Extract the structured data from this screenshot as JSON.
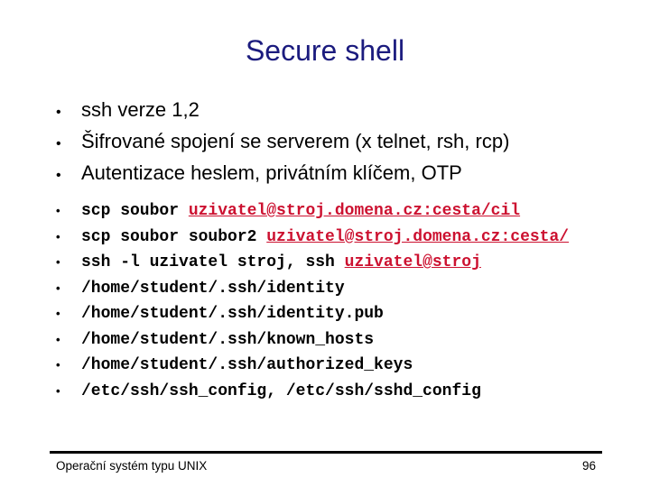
{
  "slide": {
    "title": "Secure shell",
    "bullets_sans": [
      "ssh verze 1,2",
      "Šifrované spojení se serverem (x telnet, rsh, rcp)",
      "Autentizace heslem, privátním klíčem, OTP"
    ],
    "bullets_mono": [
      {
        "prefix": "scp soubor ",
        "link": "uzivatel@stroj.domena.cz:cesta/cil"
      },
      {
        "prefix": "scp soubor soubor2 ",
        "link": "uzivatel@stroj.domena.cz:cesta/"
      },
      {
        "prefix": "ssh -l uzivatel stroj, ssh ",
        "link": "uzivatel@stroj"
      },
      {
        "prefix": "/home/student/.ssh/identity",
        "link": ""
      },
      {
        "prefix": "/home/student/.ssh/identity.pub",
        "link": ""
      },
      {
        "prefix": "/home/student/.ssh/known_hosts",
        "link": ""
      },
      {
        "prefix": "/home/student/.ssh/authorized_keys",
        "link": ""
      },
      {
        "prefix": "/etc/ssh/ssh_config, /etc/ssh/sshd_config",
        "link": ""
      }
    ],
    "footer": {
      "left": "Operační systém typu UNIX",
      "page_number": "96"
    },
    "colors": {
      "title": "#1b1b7e",
      "body": "#000000",
      "link": "#cc1130"
    }
  }
}
